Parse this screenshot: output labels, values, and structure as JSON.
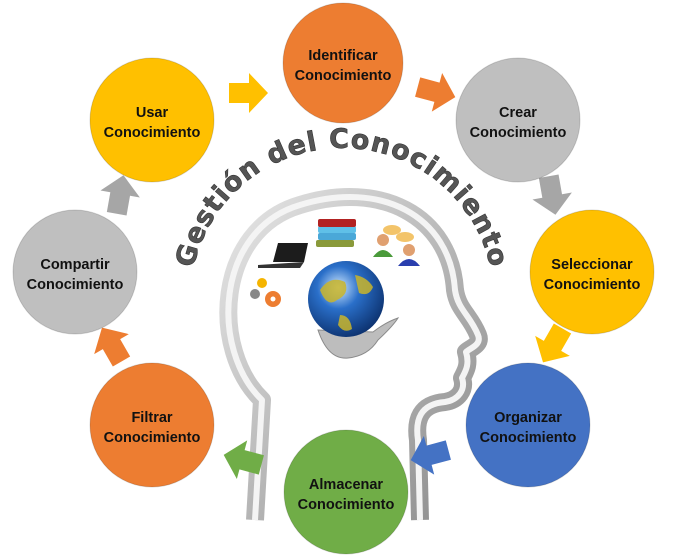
{
  "title": "Gestión del Conocimiento",
  "colors": {
    "orange": "#ED7D31",
    "gray": "#BFBFBF",
    "yellow": "#FFC000",
    "blue": "#4472C4",
    "green": "#70AD47"
  },
  "nodes": [
    {
      "line1": "Identificar",
      "line2": "Conocimiento",
      "color": "#ED7D31"
    },
    {
      "line1": "Crear",
      "line2": "Conocimiento",
      "color": "#BFBFBF"
    },
    {
      "line1": "Seleccionar",
      "line2": "Conocimiento",
      "color": "#FFC000"
    },
    {
      "line1": "Organizar",
      "line2": "Conocimiento",
      "color": "#4472C4"
    },
    {
      "line1": "Almacenar",
      "line2": "Conocimiento",
      "color": "#70AD47"
    },
    {
      "line1": "Filtrar",
      "line2": "Conocimiento",
      "color": "#ED7D31"
    },
    {
      "line1": "Compartir",
      "line2": "Conocimiento",
      "color": "#BFBFBF"
    },
    {
      "line1": "Usar",
      "line2": "Conocimiento",
      "color": "#FFC000"
    }
  ],
  "center_icons": [
    "laptop-icon",
    "books-icon",
    "people-chat-icon",
    "gears-icon",
    "globe-in-hand-icon",
    "head-silhouette-icon"
  ]
}
